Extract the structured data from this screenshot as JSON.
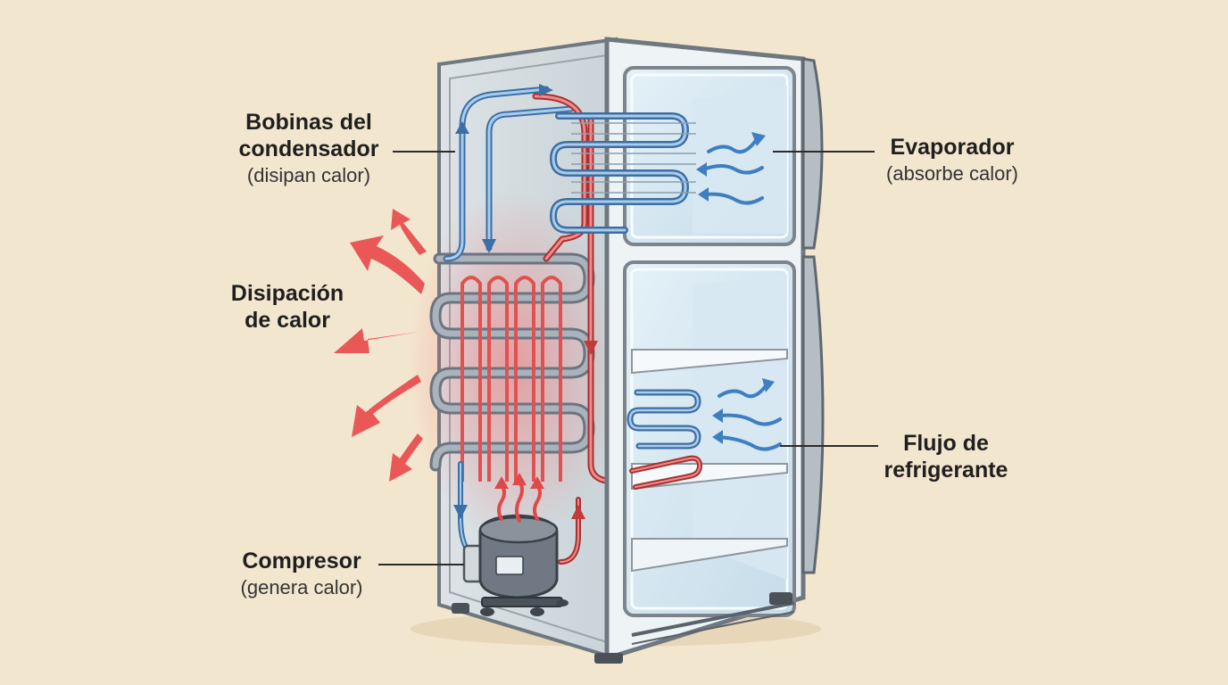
{
  "labels": {
    "condensador": {
      "title_line1": "Bobinas del",
      "title_line2": "condensador",
      "sub": "(disipan calor)"
    },
    "disipacion": {
      "line1": "Disipación",
      "line2": "de calor"
    },
    "compresor": {
      "title": "Compresor",
      "sub": "(genera calor)"
    },
    "evaporador": {
      "title": "Evaporador",
      "sub": "(absorbe calor)"
    },
    "flujo": {
      "line1": "Flujo de",
      "line2": "refrigerante"
    }
  },
  "colors": {
    "background": "#f3e6cf",
    "hot": "#e2494a",
    "cold": "#4a86c4",
    "frame": "#7d848c",
    "glass": "#dcebf3"
  }
}
